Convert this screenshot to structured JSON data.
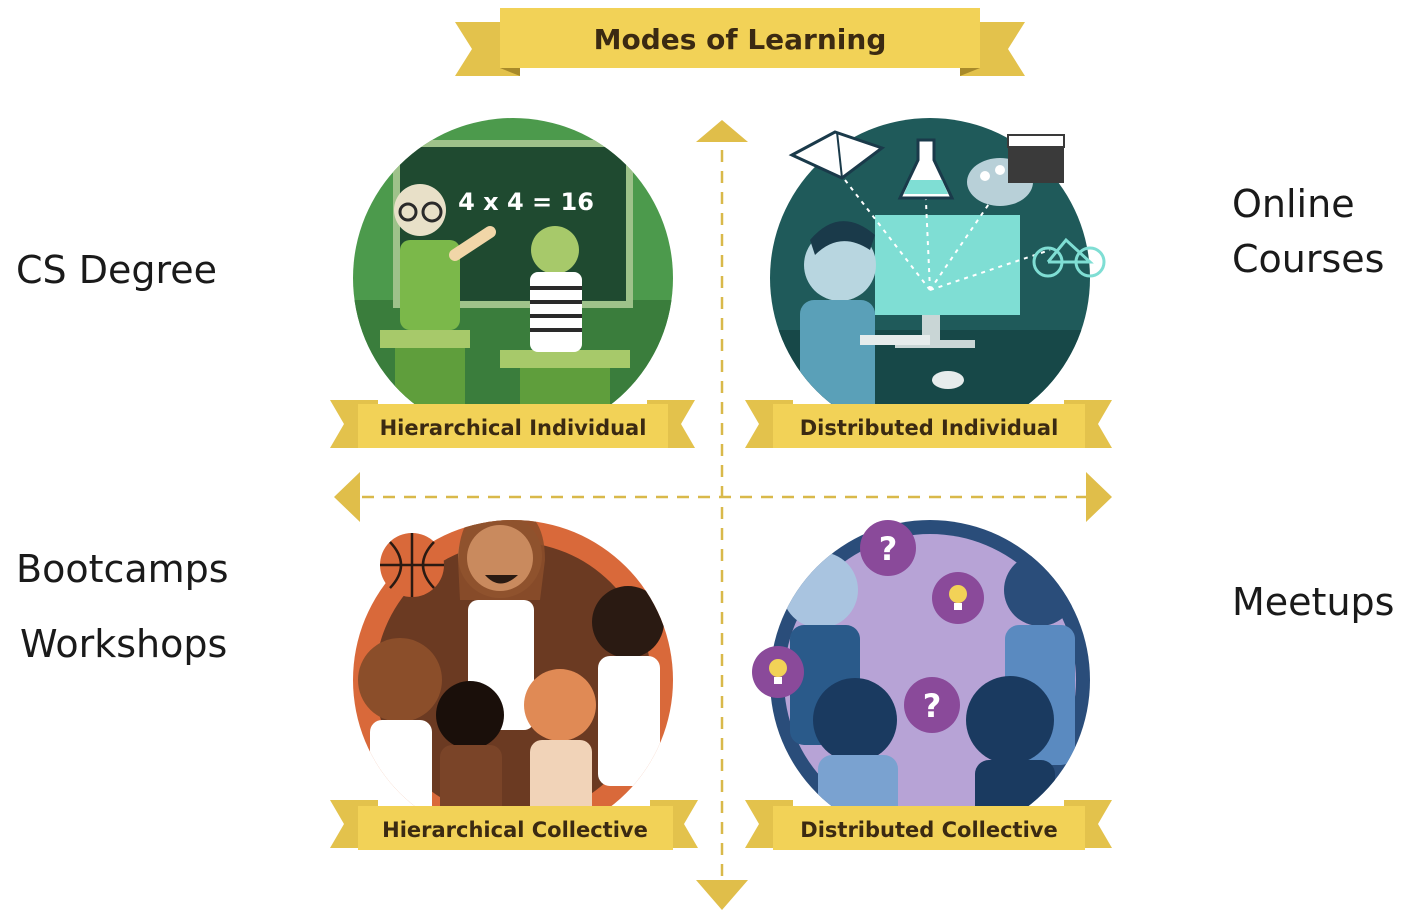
{
  "title": "Modes of Learning",
  "quadrants": {
    "top_left": {
      "label": "Hierarchical Individual",
      "chalkboard_text": "4 x 4 = 16"
    },
    "top_right": {
      "label": "Distributed Individual"
    },
    "bottom_left": {
      "label": "Hierarchical Collective"
    },
    "bottom_right": {
      "label": "Distributed Collective",
      "bubble_text": "?"
    }
  },
  "side_labels": {
    "cs_degree": "CS Degree",
    "online": "Online",
    "courses": "Courses",
    "bootcamps": "Bootcamps",
    "workshops": "Workshops",
    "meetups": "Meetups"
  },
  "colors": {
    "banner": "#f2d257",
    "banner_dark": "#c9a93a",
    "axis": "#d9b94a",
    "green": "#4c9a4c",
    "teal": "#1f5a5a",
    "orange": "#d9693a",
    "purple": "#b7a3d6"
  }
}
